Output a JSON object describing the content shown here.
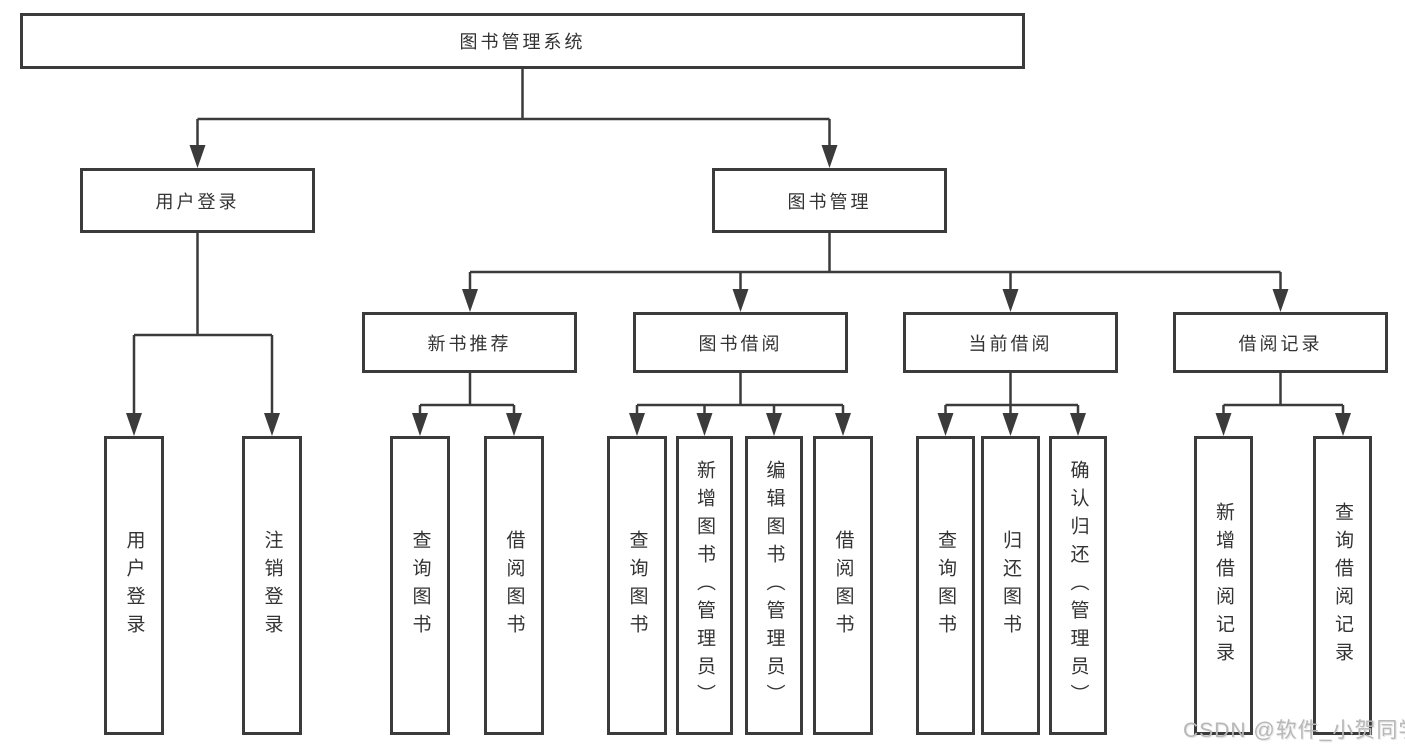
{
  "colors": {
    "line_color": "#3b3b3b",
    "text_color": "#333333",
    "box_bg": "#ffffff",
    "watermark_color": "#b8b8b8",
    "page_bg": "#ffffff"
  },
  "nodes": {
    "root": "图书管理系统",
    "level2": [
      "用户登录",
      "图书管理"
    ],
    "level3": [
      "新书推荐",
      "图书借阅",
      "当前借阅",
      "借阅记录"
    ],
    "leaves": {
      "user": [
        "用户登录",
        "注销登录"
      ],
      "recommend": [
        "查询图书",
        "借阅图书"
      ],
      "borrow": [
        "查询图书",
        "新增图书（管理员）",
        "编辑图书（管理员）",
        "借阅图书"
      ],
      "current": [
        "查询图书",
        "归还图书",
        "确认归还（管理员）"
      ],
      "records": [
        "新增借阅记录",
        "查询借阅记录"
      ]
    }
  },
  "watermark": "CSDN @软件_小贺同学"
}
